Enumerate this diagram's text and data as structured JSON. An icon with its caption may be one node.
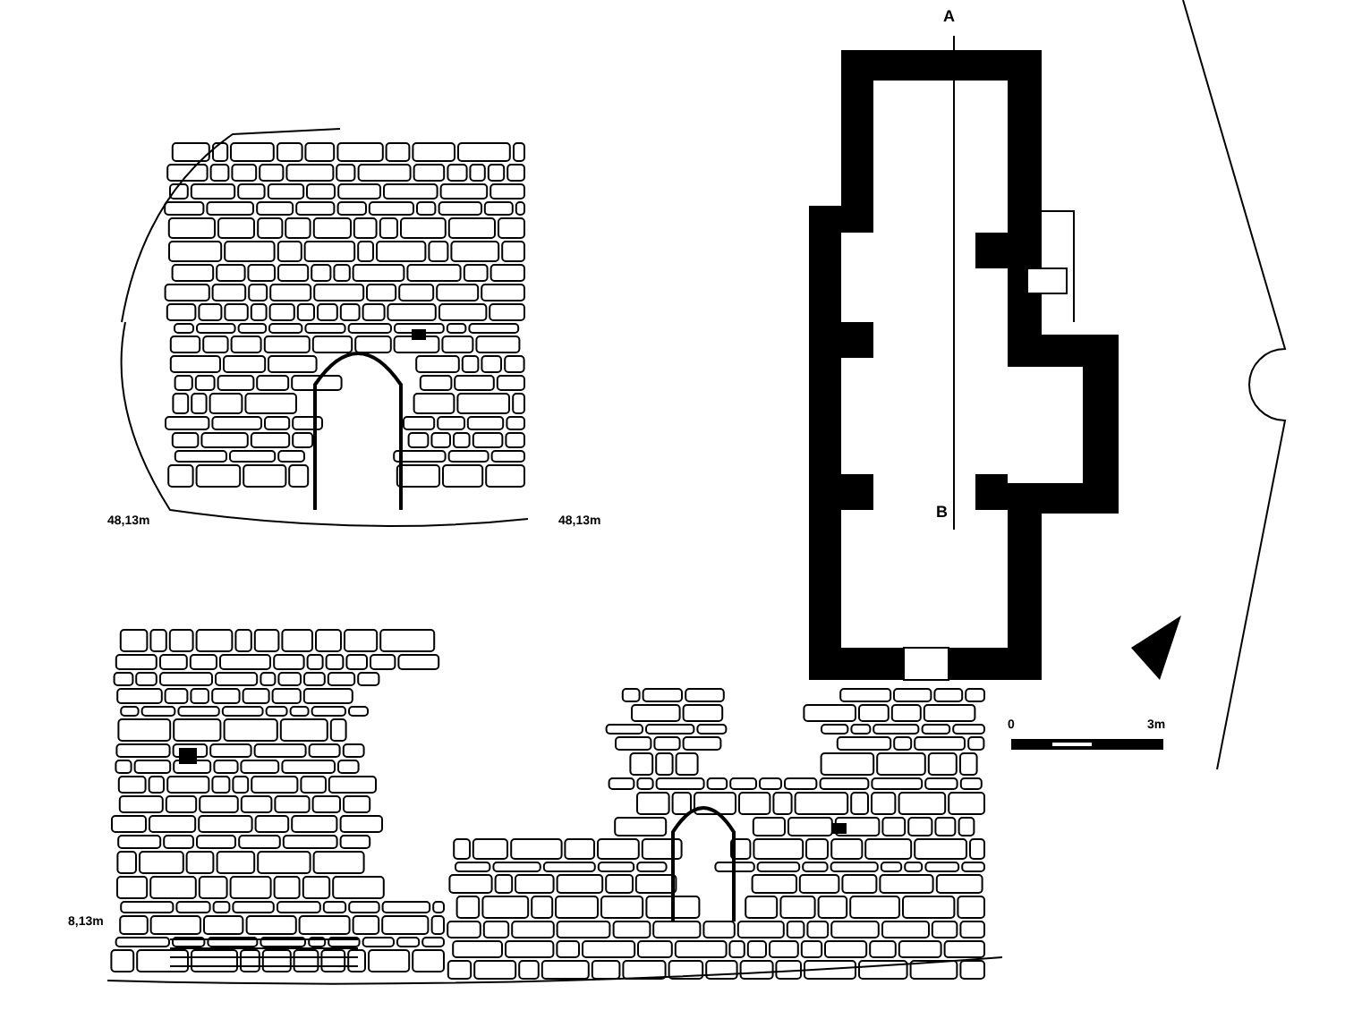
{
  "diagram": {
    "labels": [
      "A",
      "48,13m",
      "48,13m",
      "B",
      "0",
      "3m",
      "8,13m"
    ]
  }
}
